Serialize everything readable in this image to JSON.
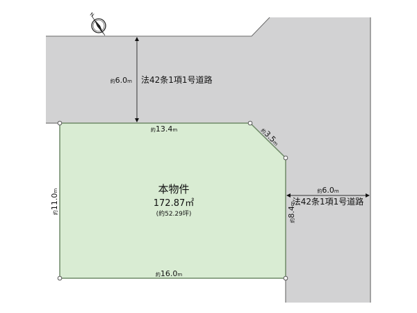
{
  "colors": {
    "road_fill": "#d2d2d3",
    "road_edge": "#8a8a8a",
    "property_fill": "#d9ecd3",
    "property_edge": "#6f8a68",
    "dim_line": "#333333"
  },
  "compass": {
    "icon": "north-arrow-icon",
    "label": "N"
  },
  "roads": {
    "north": {
      "width_prefix": "約",
      "width_value": "6.0",
      "width_unit": "m",
      "name": "法42条1項1号道路"
    },
    "east": {
      "width_prefix": "約",
      "width_value": "6.0",
      "width_unit": "m",
      "name": "法42条1項1号道路"
    }
  },
  "property": {
    "title": "本物件",
    "area": "172.87㎡",
    "area_tsubo": "(約52.29坪)"
  },
  "dimensions": {
    "top": {
      "prefix": "約",
      "value": "13.4",
      "unit": "m"
    },
    "corner": {
      "prefix": "約",
      "value": "3.5",
      "unit": "m"
    },
    "left": {
      "prefix": "約",
      "value": "11.0",
      "unit": "m"
    },
    "bottom": {
      "prefix": "約",
      "value": "16.0",
      "unit": "m"
    },
    "right": {
      "prefix": "約",
      "value": "8.4",
      "unit": "m"
    }
  }
}
